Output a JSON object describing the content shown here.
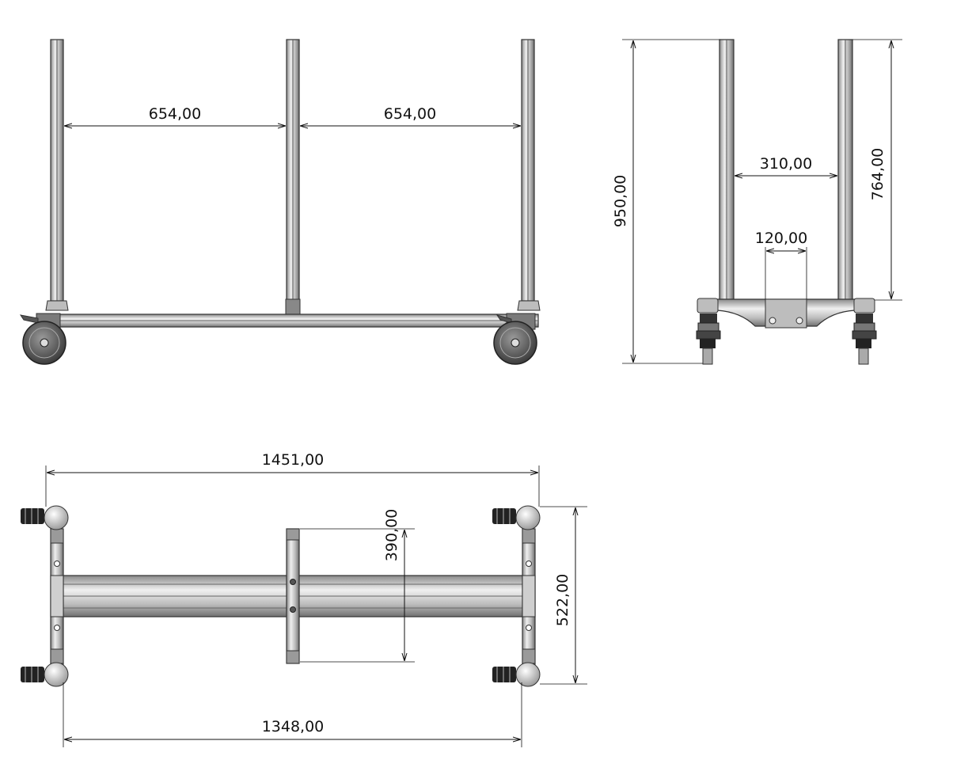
{
  "front_view": {
    "dim_left_span": "654,00",
    "dim_right_span": "654,00"
  },
  "side_view": {
    "dim_total_height": "950,00",
    "dim_upright_height": "764,00",
    "dim_upright_spacing": "310,00",
    "dim_bracket_width": "120,00"
  },
  "top_view": {
    "dim_overall_length": "1451,00",
    "dim_frame_length": "1348,00",
    "dim_overall_width": "522,00",
    "dim_crossbar_length": "390,00"
  },
  "colors": {
    "line": "#111111",
    "metal_light": "#e6e6e6",
    "metal_mid": "#b4b4b4",
    "metal_dark": "#6a6a6a",
    "wheel": "#5a5a5a"
  }
}
